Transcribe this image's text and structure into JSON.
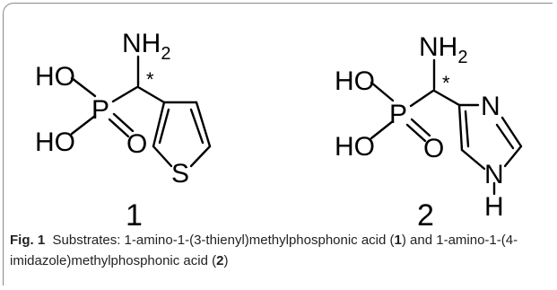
{
  "figure": {
    "label": "Fig. 1",
    "caption": {
      "part1": "Substrates: 1-amino-1-(3-thienyl)methylphosphonic acid (",
      "ref1": "1",
      "part2": ") and 1-amino-1-(4-imidazole)methylphosphonic acid (",
      "ref2": "2",
      "part3": ")"
    }
  },
  "compound1": {
    "number": "1",
    "nh2": "NH",
    "nh2_sub": "2",
    "ho_top": "HO",
    "ho_bottom": "HO",
    "phosphorus": "P",
    "oxygen": "O",
    "stereo": "*",
    "sulfur": "S"
  },
  "compound2": {
    "number": "2",
    "nh2": "NH",
    "nh2_sub": "2",
    "ho_top": "HO",
    "ho_bottom": "HO",
    "phosphorus": "P",
    "oxygen": "O",
    "stereo": "*",
    "nitrogen_ring": "N",
    "nitrogen_nh": "N",
    "hydrogen": "H"
  }
}
